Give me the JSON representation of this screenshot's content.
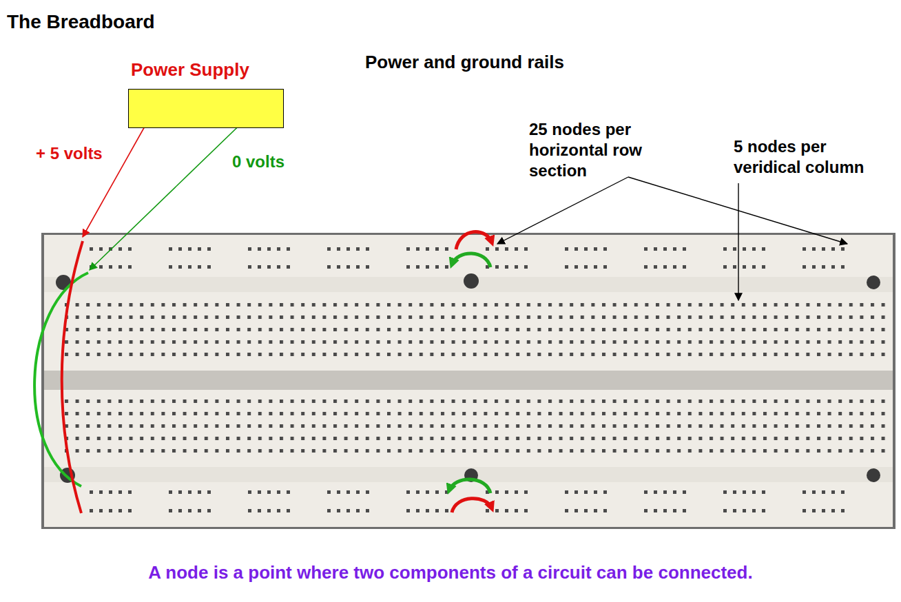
{
  "diagram": {
    "title": "The Breadboard",
    "caption": "A node is a point where two components of a circuit can be connected.",
    "nodes": [
      {
        "text": [
          "Power Supply"
        ]
      }
    ],
    "labels": [
      "Power and ground rails",
      "+ 5 volts",
      "0 volts",
      "25 nodes per horizontal row section",
      "5 nodes per veridical column"
    ]
  }
}
